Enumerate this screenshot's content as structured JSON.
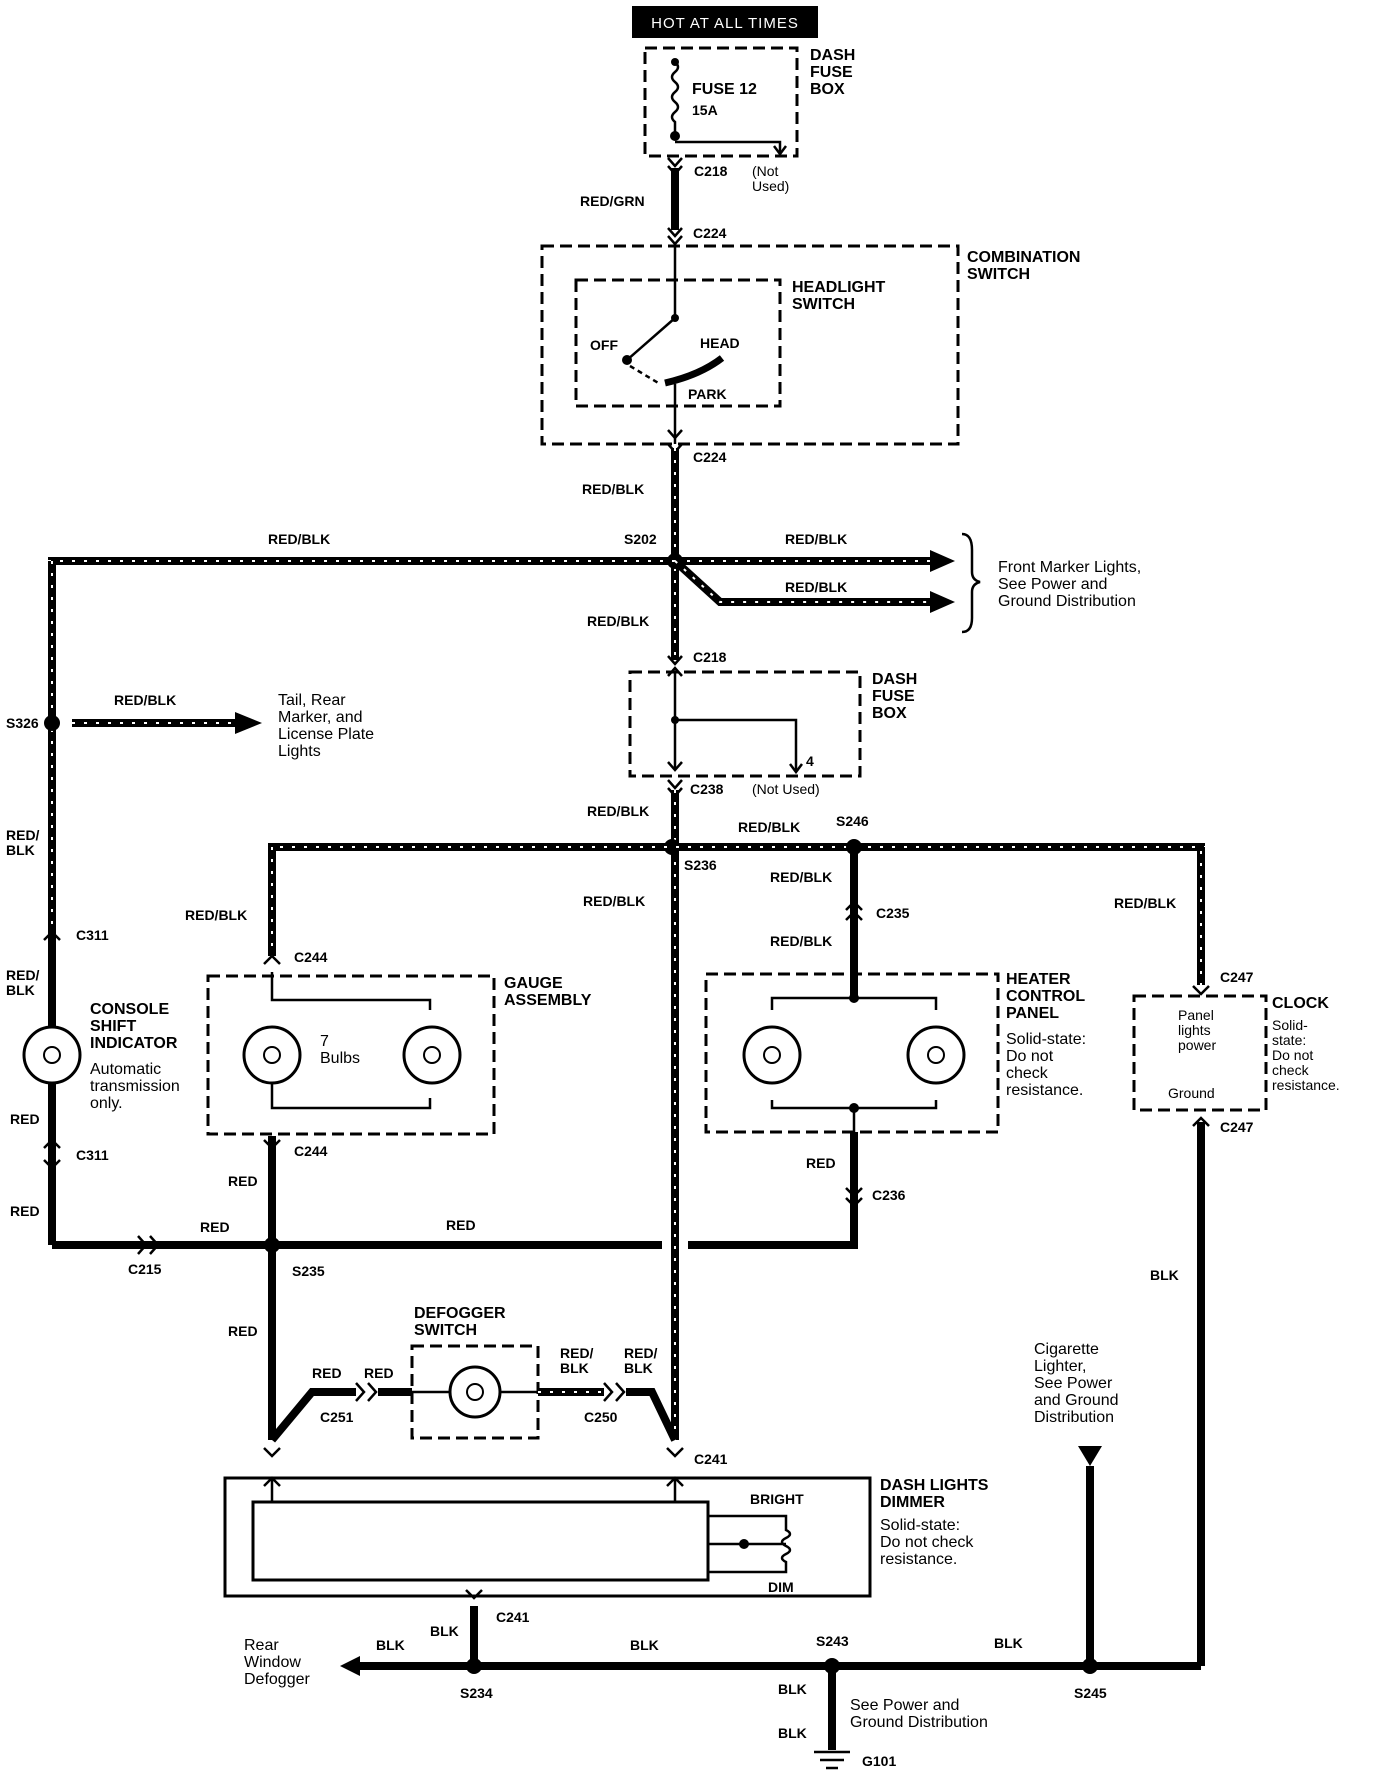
{
  "top_label": "HOT AT ALL TIMES",
  "dash_fuse_box_top": "DASH\nFUSE\nBOX",
  "fuse": {
    "name": "FUSE 12",
    "rating": "15A"
  },
  "not_used_top": "(Not\nUsed)",
  "connectors": {
    "c218_top": "C218",
    "c224_a": "C224",
    "c224_b": "C224",
    "c218_mid": "C218",
    "c238": "C238",
    "c311_a": "C311",
    "c311_b": "C311",
    "c244_a": "C244",
    "c244_b": "C244",
    "c235": "C235",
    "c236": "C236",
    "c247_a": "C247",
    "c247_b": "C247",
    "c215": "C215",
    "c251": "C251",
    "c250": "C250",
    "c241_a": "C241",
    "c241_b": "C241"
  },
  "splices": {
    "s202": "S202",
    "s326": "S326",
    "s236": "S236",
    "s246": "S246",
    "s235": "S235",
    "s234": "S234",
    "s243": "S243",
    "s245": "S245"
  },
  "ground": "G101",
  "wire_colors": {
    "red_grn": "RED/GRN",
    "red_blk": "RED/BLK",
    "red_blk_stacked": "RED/\nBLK",
    "red": "RED",
    "blk": "BLK"
  },
  "combination_switch": "COMBINATION\nSWITCH",
  "headlight_switch": {
    "title": "HEADLIGHT\nSWITCH",
    "off": "OFF",
    "head": "HEAD",
    "park": "PARK"
  },
  "front_marker": "Front Marker Lights,\nSee Power and\nGround Distribution",
  "tail_lights": "Tail, Rear\nMarker, and\nLicense Plate\nLights",
  "dash_fuse_box_mid": "DASH\nFUSE\nBOX",
  "pin_4": "4",
  "not_used_mid": "(Not Used)",
  "console_shift": {
    "title": "CONSOLE\nSHIFT\nINDICATOR",
    "note": "Automatic\ntransmission\nonly."
  },
  "gauge_assembly": {
    "title": "GAUGE\nASSEMBLY",
    "bulbs": "7\nBulbs"
  },
  "heater_panel": {
    "title": "HEATER\nCONTROL\nPANEL",
    "note": "Solid-state:\nDo not\ncheck\nresistance."
  },
  "clock": {
    "title": "CLOCK",
    "power": "Panel\nlights\npower",
    "ground": "Ground",
    "note": "Solid-\nstate:\nDo not\ncheck\nresistance."
  },
  "defogger_switch": "DEFOGGER\nSWITCH",
  "dimmer": {
    "title": "DASH LIGHTS\nDIMMER",
    "note": "Solid-state:\nDo not check\nresistance.",
    "bright": "BRIGHT",
    "dim": "DIM"
  },
  "cig_lighter": "Cigarette\nLighter,\nSee Power\nand Ground\nDistribution",
  "rear_defogger": "Rear\nWindow\nDefogger",
  "ground_dist": "See Power and\nGround Distribution"
}
